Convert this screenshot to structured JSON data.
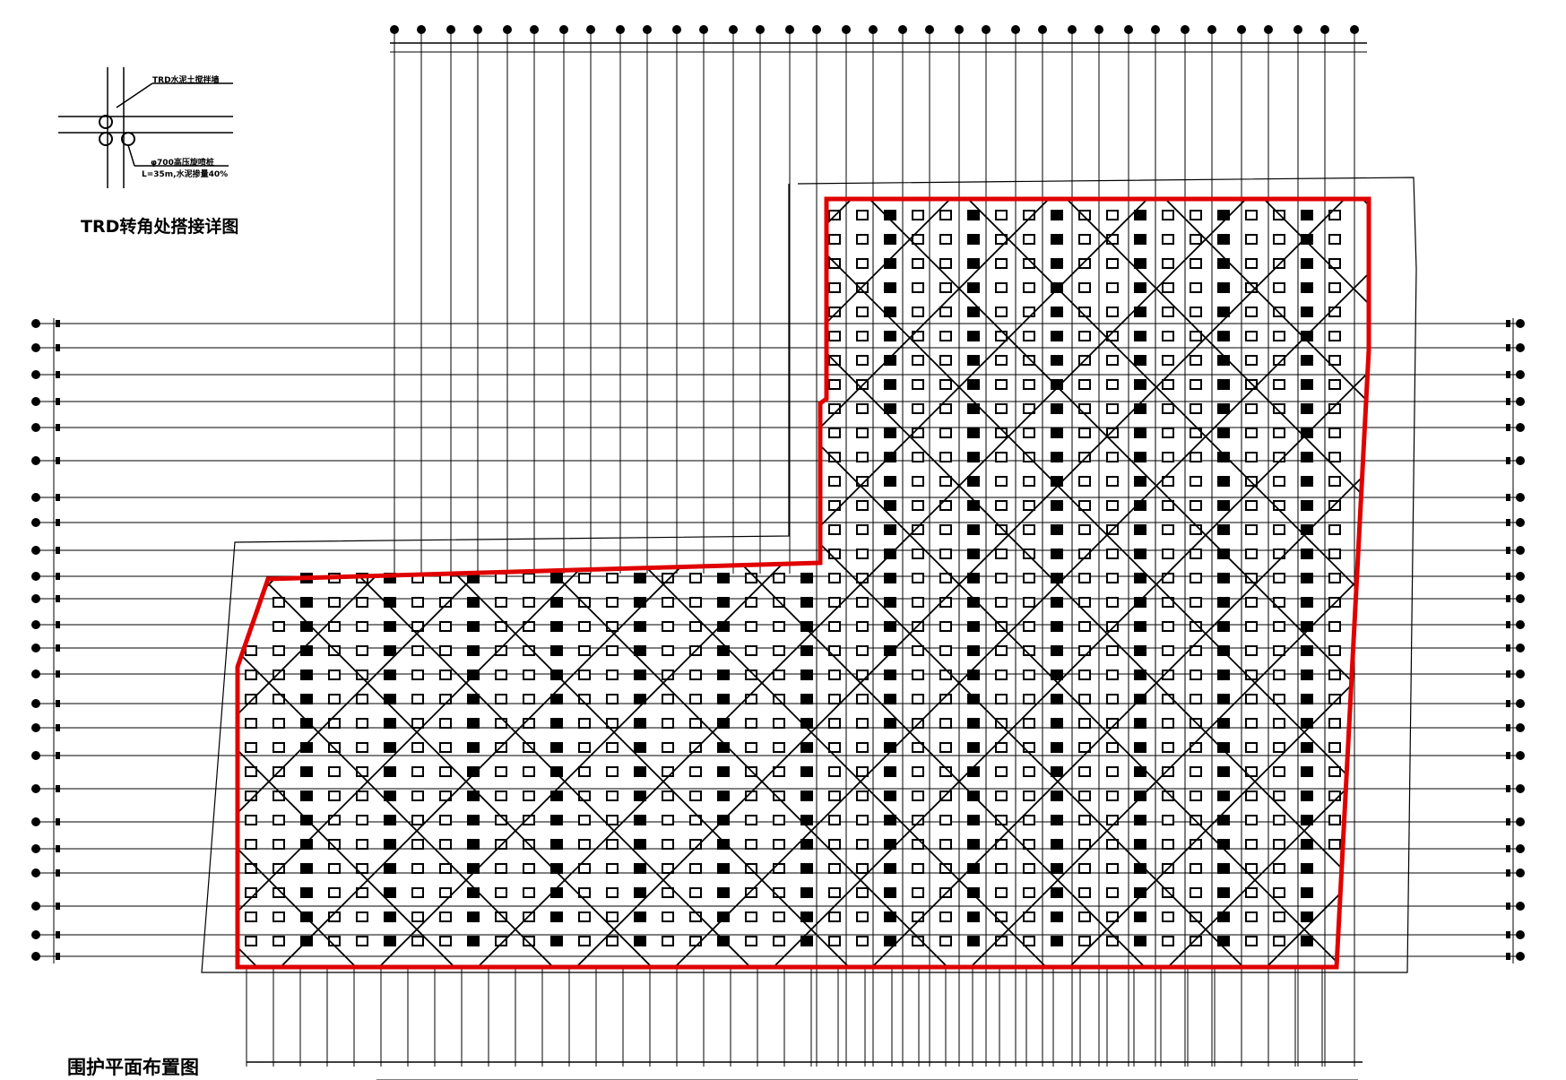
{
  "detail": {
    "title": "TRD转角处搭接详图",
    "label_wall": "TRD水泥土搅拌墙",
    "label_pile": "φ700高压旋喷桩",
    "label_pile_spec": "L=35m,水泥掺量40%"
  },
  "plan": {
    "title": "围护平面布置图"
  },
  "colors": {
    "line": "#000000",
    "boundary": "#e00000"
  }
}
